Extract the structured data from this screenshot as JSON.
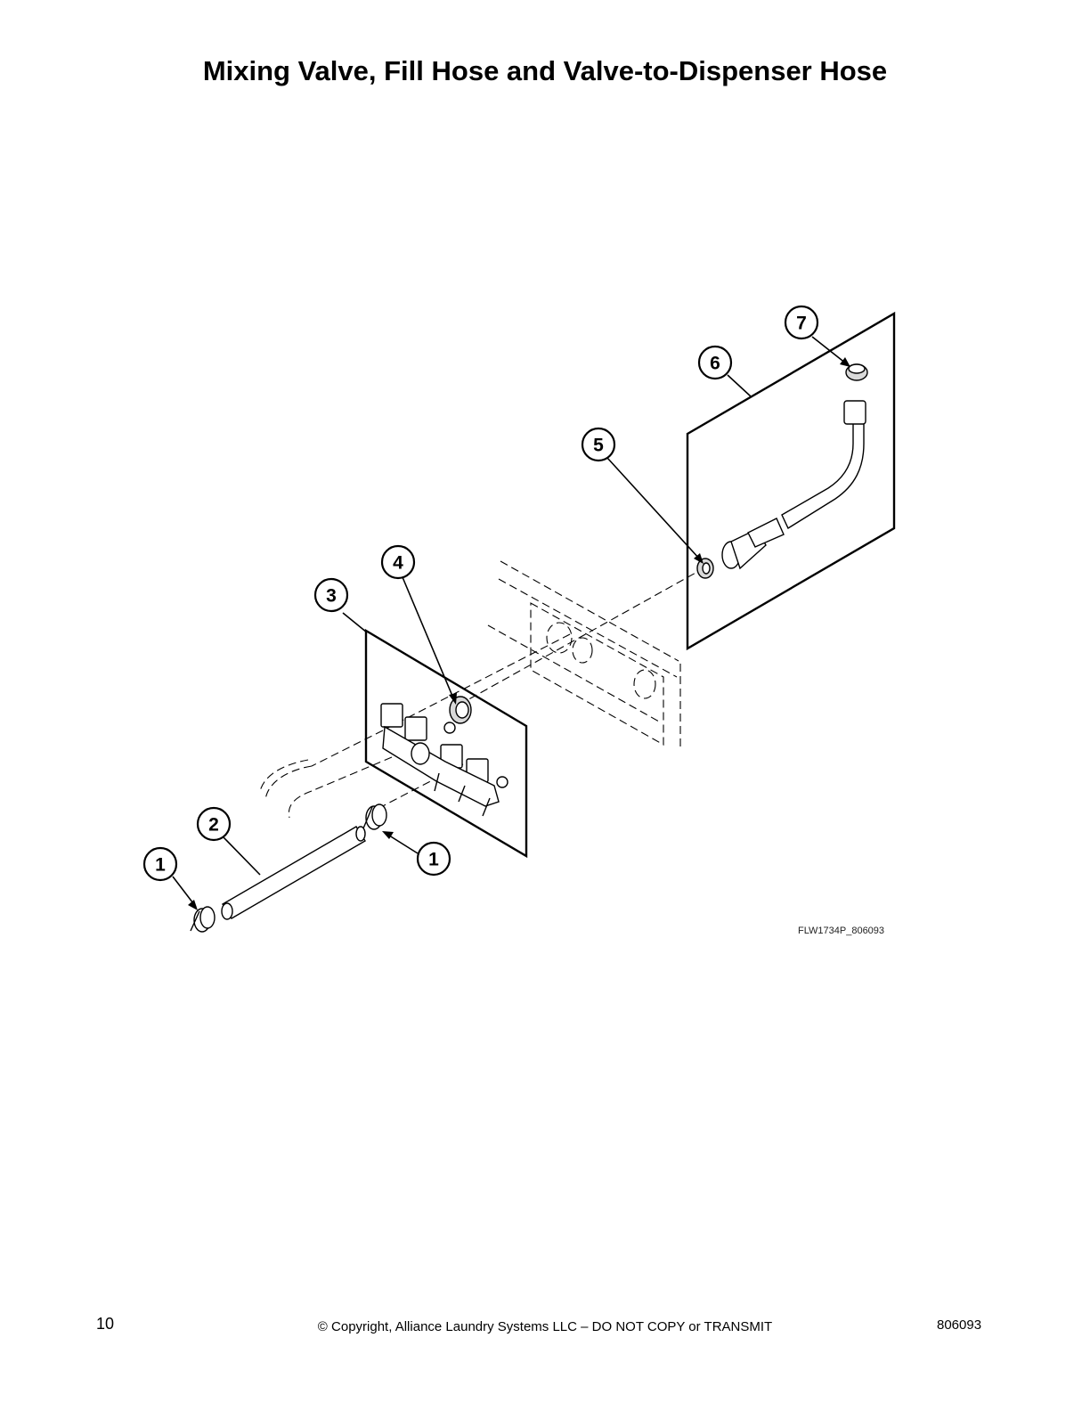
{
  "title": "Mixing Valve, Fill Hose and Valve-to-Dispenser Hose",
  "figure_id": "FLW1734P_806093",
  "callouts": [
    {
      "id": "callout-1-left",
      "label": "1"
    },
    {
      "id": "callout-1-right",
      "label": "1"
    },
    {
      "id": "callout-2",
      "label": "2"
    },
    {
      "id": "callout-3",
      "label": "3"
    },
    {
      "id": "callout-4",
      "label": "4"
    },
    {
      "id": "callout-5",
      "label": "5"
    },
    {
      "id": "callout-6",
      "label": "6"
    },
    {
      "id": "callout-7",
      "label": "7"
    }
  ],
  "footer": {
    "page_number": "10",
    "copyright": "© Copyright, Alliance Laundry Systems LLC – DO NOT COPY or TRANSMIT",
    "doc_number": "806093"
  }
}
